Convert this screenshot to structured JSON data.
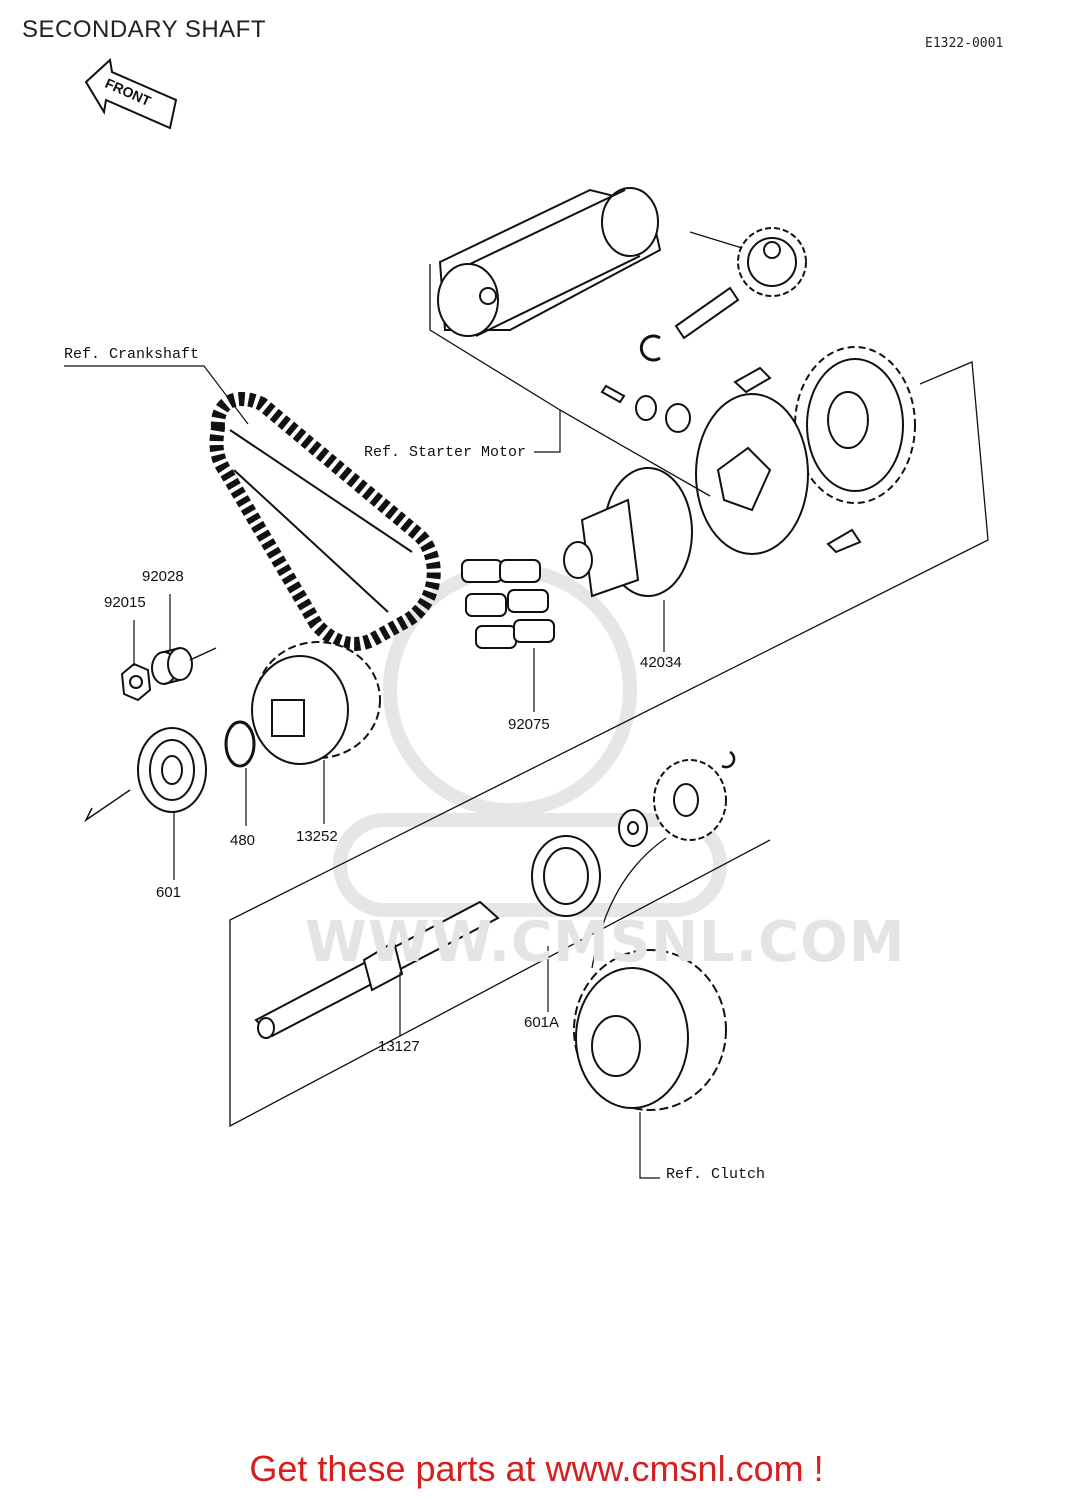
{
  "title": "SECONDARY SHAFT",
  "diagram_code": "E1322-0001",
  "front_label": "FRONT",
  "refs": {
    "crankshaft": "Ref. Crankshaft",
    "starter_motor": "Ref. Starter Motor",
    "clutch": "Ref. Clutch"
  },
  "parts": {
    "p92028": "92028",
    "p92015": "92015",
    "p42034": "42034",
    "p92075": "92075",
    "p480": "480",
    "p13252": "13252",
    "p601": "601",
    "p601A": "601A",
    "p13127": "13127"
  },
  "watermark": "WWW.CMSNL.COM",
  "cta": "Get these parts at www.cmsnl.com !"
}
